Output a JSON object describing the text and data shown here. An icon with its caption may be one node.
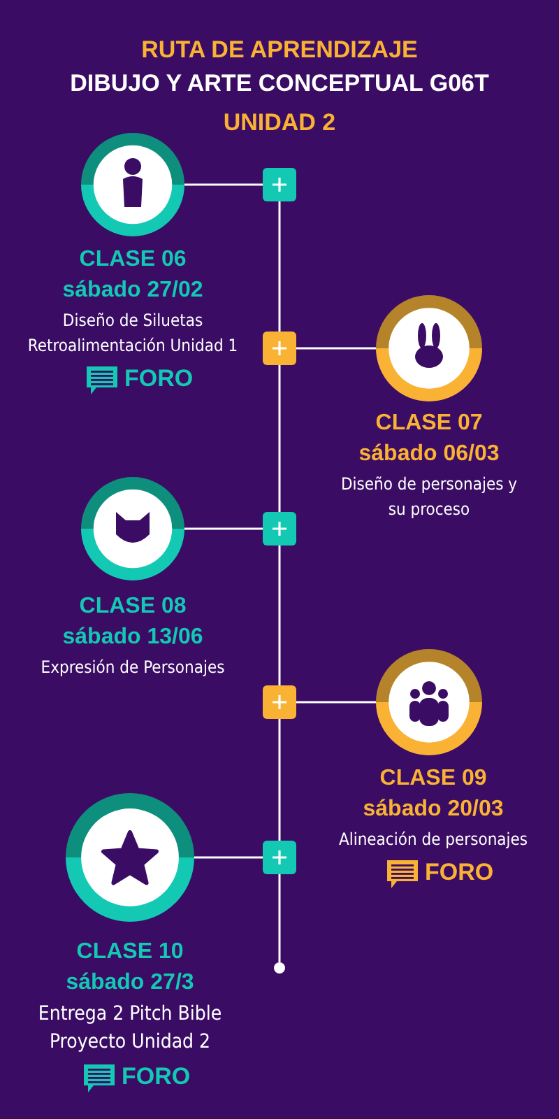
{
  "diagram": {
    "title": "RUTA DE APRENDIZAJE",
    "labels": [
      "DIBUJO Y ARTE CONCEPTUAL G06T",
      "UNIDAD 2"
    ],
    "nodes": [
      {
        "text": [],
        "shape": "circle",
        "beside": [
          "CLASE 06",
          "sábado 27/02",
          "Diseño de Siluetas Retroalimentación Unidad 1",
          "FORO"
        ]
      },
      {
        "text": [],
        "shape": "box"
      },
      {
        "text": [],
        "shape": "box"
      },
      {
        "text": [],
        "shape": "circle",
        "beside": [
          "CLASE 07",
          "sábado 06/03",
          "Diseño de personajes y su proceso"
        ]
      },
      {
        "text": [],
        "shape": "circle",
        "beside": [
          "CLASE 08",
          "sábado 13/06",
          "Expresión de Personajes"
        ]
      },
      {
        "text": [],
        "shape": "box"
      },
      {
        "text": [],
        "shape": "box"
      },
      {
        "text": [],
        "shape": "circle",
        "beside": [
          "CLASE 09",
          "sábado 20/03",
          "Alineación de personajes",
          "FORO"
        ]
      },
      {
        "text": [],
        "shape": "circle",
        "beside": [
          "CLASE 10",
          "sábado 27/3",
          "Entrega 2 Pitch Bible Proyecto Unidad 2",
          "FORO"
        ]
      },
      {
        "text": [],
        "shape": "box"
      },
      {
        "text": [],
        "shape": "circle"
      }
    ],
    "edges": [
      {
        "from": 0,
        "to": 1,
        "arrow": "none"
      },
      {
        "from": 3,
        "to": 2,
        "arrow": "none"
      },
      {
        "from": 4,
        "to": 5,
        "arrow": "none"
      },
      {
        "from": 7,
        "to": 6,
        "arrow": "none"
      },
      {
        "from": 8,
        "to": 9,
        "arrow": "none"
      },
      {
        "from": 1,
        "to": 2,
        "arrow": "none"
      },
      {
        "from": 2,
        "to": 5,
        "arrow": "none"
      },
      {
        "from": 5,
        "to": 6,
        "arrow": "none"
      },
      {
        "from": 6,
        "to": 9,
        "arrow": "none"
      },
      {
        "from": 9,
        "to": 10,
        "arrow": "none"
      }
    ]
  }
}
